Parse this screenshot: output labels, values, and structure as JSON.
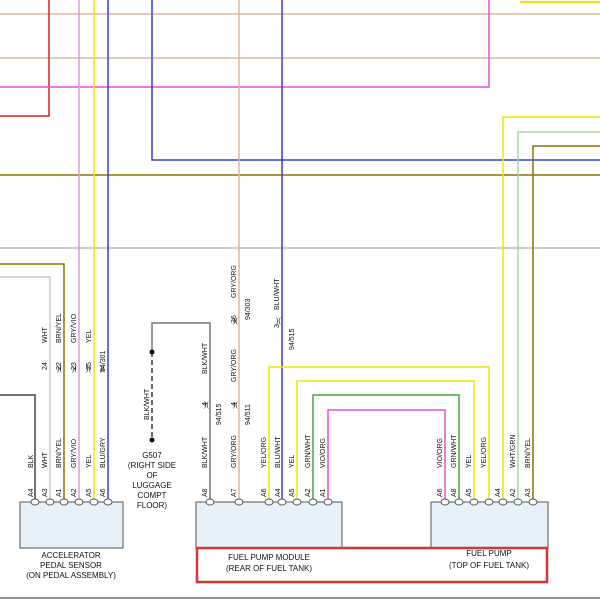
{
  "colors": {
    "red": "#d42020",
    "blue": "#3b3bd6",
    "yellow": "#f2e600",
    "pink": "#e84ce0",
    "tan": "#d8b89a",
    "olive": "#8a7400",
    "lightgreen": "#a8d8a0",
    "green": "#3faa3f",
    "gray": "#8a8a8a",
    "darkgray": "#444444",
    "violet": "#d6a0d6",
    "box_fill": "#e6f1fa",
    "highlight": "#d43535"
  },
  "accelerator": {
    "wire_labels": [
      "WHT",
      "BRN/YEL",
      "GRY/VIO",
      "YEL"
    ],
    "connector_pins": [
      "24",
      "22",
      "23",
      "25"
    ],
    "connector_id": "94/301",
    "lower_labels": [
      "BLK",
      "WHT",
      "BRN/YEL",
      "GRY/VIO",
      "YEL",
      "BLU/GRY"
    ],
    "pins": [
      "A4",
      "A3",
      "A1",
      "A2",
      "A5",
      "A6"
    ],
    "title_line1": "ACCELERATOR",
    "title_line2": "PEDAL SENSOR",
    "title_line3": "(ON PEDAL ASSEMBLY)"
  },
  "ground": {
    "wire_label": "BLK/WHT",
    "id": "G507",
    "line1": "(RIGHT SIDE",
    "line2": "OF",
    "line3": "LUGGAGE",
    "line4": "COMPT",
    "line5": "FLOOR)"
  },
  "pump_module": {
    "upper_wire_label_1": "GRY/ORG",
    "upper_pin_1": "36",
    "upper_conn_1": "94/303",
    "upper_wire_label_2": "BLU/WHT",
    "upper_pin_2": "3",
    "upper_conn_2": "94/515",
    "mid_wire_label_1": "BLK/WHT",
    "mid_pin_1": "4",
    "mid_conn_1": "94/515",
    "mid_wire_label_2": "GRY/ORG",
    "mid_pin_2": "4",
    "mid_conn_2": "94/511",
    "lower_labels": [
      "BLK/WHT",
      "GRY/ORG",
      "YEL/ORG",
      "BLU/WHT",
      "YEL",
      "GRN/WHT",
      "VIO/ORG"
    ],
    "pins": [
      "A8",
      "A7",
      "A6",
      "A4",
      "A5",
      "A2",
      "A1"
    ],
    "title_line1": "FUEL PUMP MODULE",
    "title_line2": "(REAR OF FUEL TANK)"
  },
  "fuel_pump": {
    "lower_labels": [
      "VIO/ORG",
      "GRN/WHT",
      "YEL",
      "YEL/ORG",
      "WHT/GRN",
      "BRN/YEL"
    ],
    "pins": [
      "A6",
      "A8",
      "A5",
      "A4",
      "A2",
      "A3"
    ],
    "title_line1": "FUEL PUMP",
    "title_line2": "(TOP OF FUEL TANK)"
  }
}
